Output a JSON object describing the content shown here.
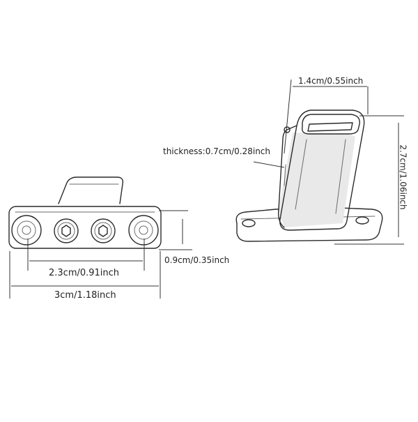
{
  "dimensions": {
    "top_width": "1.4cm/0.55inch",
    "thickness": "thickness:0.7cm/0.28inch",
    "height": "2.7cm/1.06inch",
    "hole_spacing": "2.3cm/0.91inch",
    "plate_height": "0.9cm/0.35inch",
    "plate_length": "3cm/1.18inch"
  }
}
